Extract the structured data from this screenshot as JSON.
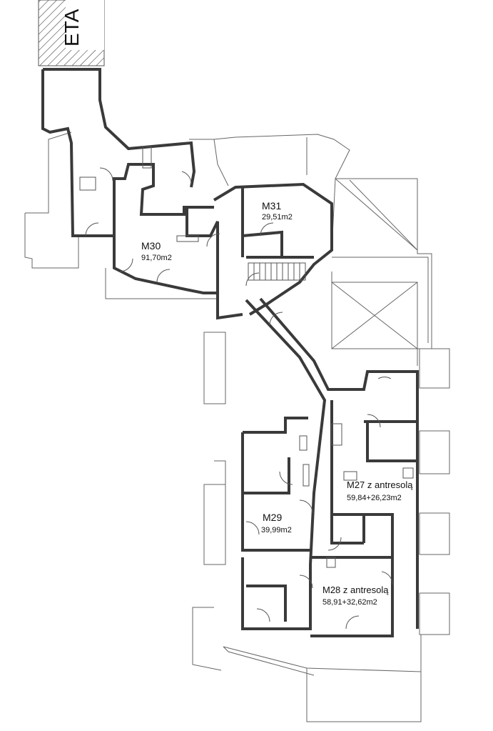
{
  "plan": {
    "stage_label": "ETA",
    "units": [
      {
        "id": "M31",
        "name": "M31",
        "area": "29,51m2"
      },
      {
        "id": "M30",
        "name": "M30",
        "area": "91,70m2"
      },
      {
        "id": "M27",
        "name": "M27 z antresolą",
        "area": "59,84+26,23m2"
      },
      {
        "id": "M29",
        "name": "M29",
        "area": "39,99m2"
      },
      {
        "id": "M28",
        "name": "M28 z antresolą",
        "area": "58,91+32,62m2"
      }
    ],
    "colors": {
      "wall": "#3a3a3a",
      "thin_line": "#555555",
      "hatch": "#444444",
      "background": "#ffffff"
    }
  }
}
